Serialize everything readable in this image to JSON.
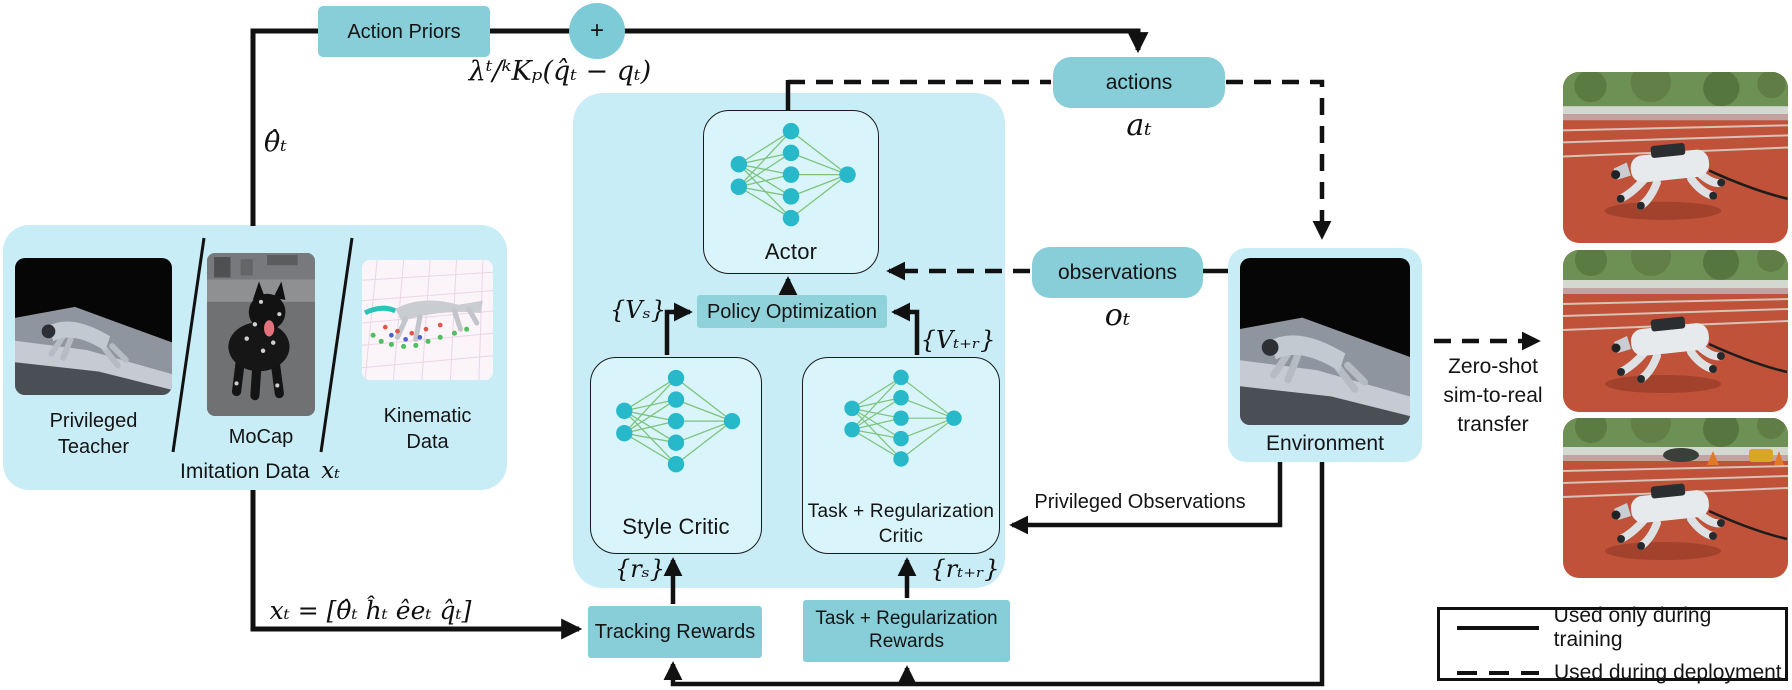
{
  "colors": {
    "panel_cyan": "#c9edf6",
    "inner_box_cyan": "#d9f5fb",
    "teal_box": "#87ced9",
    "nn_node": "#27b9c9",
    "nn_edge": "#7cc47c",
    "line_black": "#111111",
    "track_red": "#bf5238"
  },
  "diagram": {
    "top": {
      "action_priors_label": "Action Priors",
      "plus_label": "+",
      "gain_formula": "λᵗ/ᵏKₚ(q̂ₜ − qₜ)",
      "theta_hat_label": "θ̂ₜ"
    },
    "imitation": {
      "privileged_teacher_line1": "Privileged",
      "privileged_teacher_line2": "Teacher",
      "mocap_label": "MoCap",
      "kinematic_line1": "Kinematic",
      "kinematic_line2": "Data",
      "caption_text": "Imitation Data",
      "caption_math": "xₜ"
    },
    "policy": {
      "actor_label": "Actor",
      "policy_optimization_label": "Policy Optimization",
      "style_critic_label": "Style Critic",
      "task_critic_line1": "Task + Regularization",
      "task_critic_line2": "Critic",
      "style_values_label": "{Vₛ}",
      "task_values_label": "{Vₜ₊ᵣ}",
      "style_rewards_label": "{rₛ}",
      "task_rewards_label": "{rₜ₊ᵣ}"
    },
    "io": {
      "actions_label": "actions",
      "actions_math": "aₜ",
      "observations_label": "observations",
      "observations_math": "oₜ"
    },
    "environment": {
      "label": "Environment",
      "privileged_observations_label": "Privileged Observations"
    },
    "rewards": {
      "tracking_label": "Tracking Rewards",
      "task_line1": "Task + Regularization",
      "task_line2": "Rewards",
      "state_formula": "xₜ = [θ̂ₜ ĥₜ êeₜ q̂ₜ]"
    },
    "transfer": {
      "line1": "Zero-shot",
      "line2": "sim-to-real",
      "line3": "transfer"
    },
    "legend": {
      "training_label": "Used only during training",
      "deployment_label": "Used during deployment"
    }
  }
}
